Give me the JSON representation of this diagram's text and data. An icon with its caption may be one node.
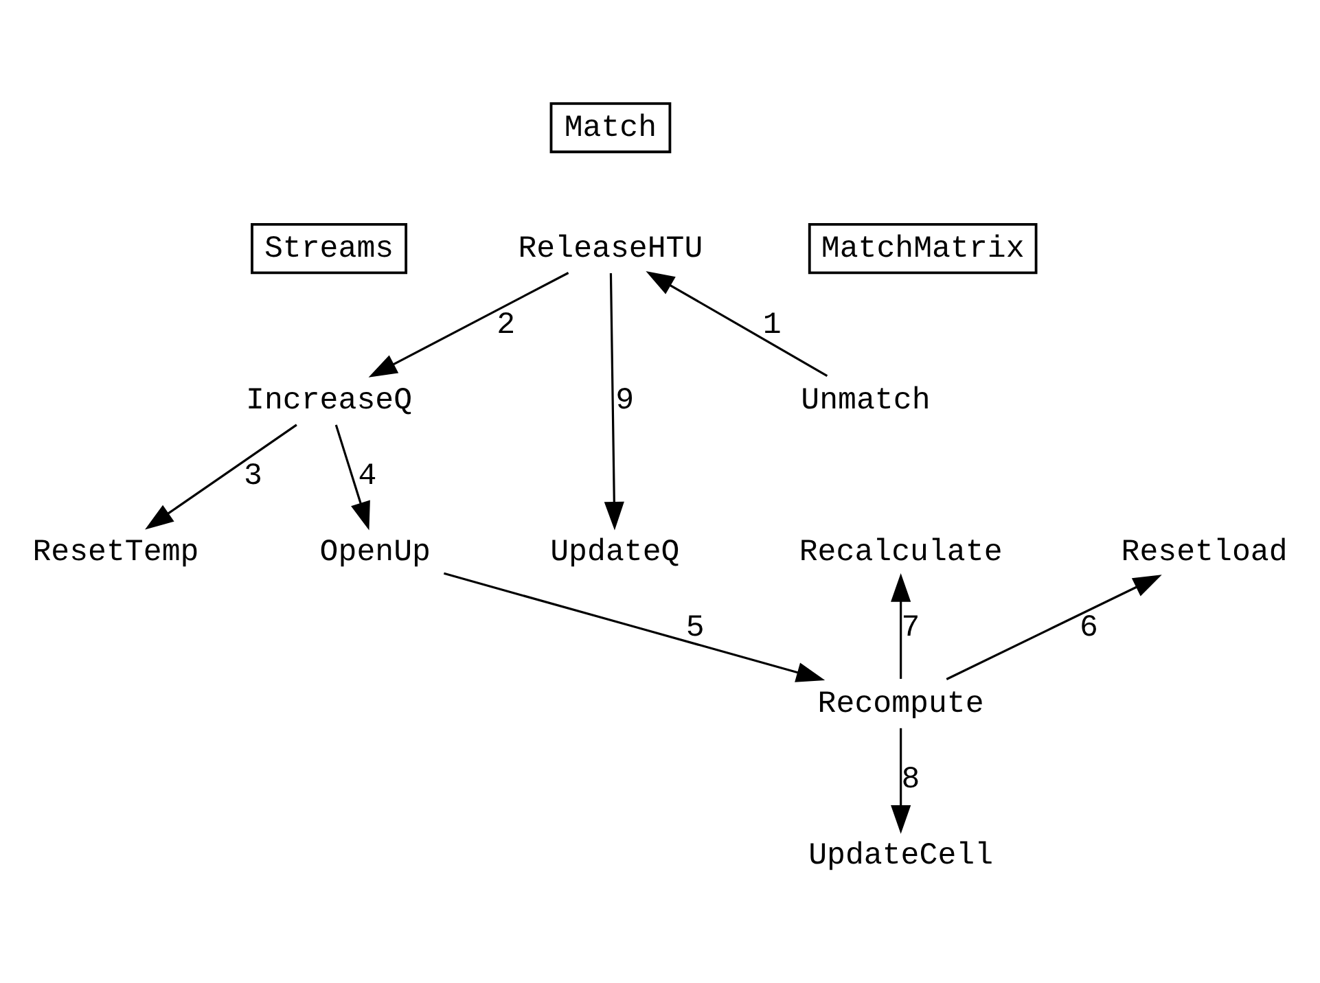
{
  "diagram": {
    "nodes": [
      {
        "text": [
          "Match"
        ]
      },
      {
        "text": [
          "ReleaseHTU"
        ]
      },
      {
        "text": [
          "Recompute"
        ]
      },
      {
        "text": [
          "Recalculate"
        ]
      },
      {
        "text": [
          "Resetload"
        ]
      },
      {
        "text": [
          "OpenUp"
        ]
      },
      {
        "text": [
          "MatchMatrix"
        ]
      },
      {
        "text": [
          "Streams"
        ]
      },
      {
        "text": [
          "Unmatch"
        ]
      },
      {
        "text": [
          "IncreaseQ"
        ]
      },
      {
        "text": [
          "UpdateQ"
        ]
      },
      {
        "text": [
          "ResetTemp"
        ]
      },
      {
        "text": [
          "UpdateCell"
        ]
      }
    ],
    "edges": [
      {
        "from": 8,
        "to": 1,
        "arrow": "to",
        "label": "1"
      },
      {
        "from": 1,
        "to": 9,
        "arrow": "to",
        "label": "2"
      },
      {
        "from": 9,
        "to": 11,
        "arrow": "to",
        "label": "3"
      },
      {
        "from": 9,
        "to": 5,
        "arrow": "to",
        "label": "4"
      },
      {
        "from": 5,
        "to": 2,
        "arrow": "to",
        "label": "5"
      },
      {
        "from": 2,
        "to": 4,
        "arrow": "to",
        "label": "6"
      },
      {
        "from": 2,
        "to": 3,
        "arrow": "to",
        "label": "7"
      },
      {
        "from": 2,
        "to": 12,
        "arrow": "to",
        "label": "8"
      },
      {
        "from": 1,
        "to": 10,
        "arrow": "to",
        "label": "9"
      }
    ]
  }
}
